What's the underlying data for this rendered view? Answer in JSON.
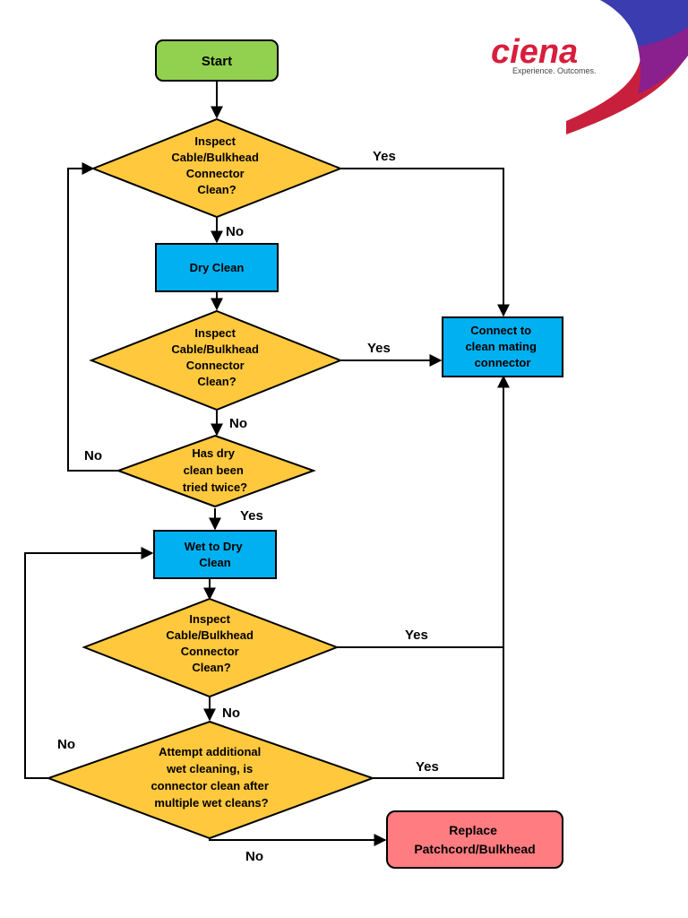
{
  "logo": {
    "brand": "ciena",
    "tagline": "Experience. Outcomes.",
    "brand_color": "#d81e3c",
    "swoosh_colors": [
      "#2b3aa8",
      "#7b1fa2",
      "#d81e3c"
    ]
  },
  "colors": {
    "terminal_start": "#92d050",
    "process": "#00b0f0",
    "decision": "#ffc83d",
    "terminal_end": "#ff7c80",
    "line": "#000000"
  },
  "nodes": {
    "start": {
      "lines": [
        "Start"
      ]
    },
    "decision1": {
      "lines": [
        "Inspect",
        "Cable/Bulkhead",
        "Connector",
        "Clean?"
      ]
    },
    "dry_clean": {
      "lines": [
        "Dry Clean"
      ]
    },
    "decision2": {
      "lines": [
        "Inspect",
        "Cable/Bulkhead",
        "Connector",
        "Clean?"
      ]
    },
    "connect": {
      "lines": [
        "Connect to",
        "clean mating",
        "connector"
      ]
    },
    "decision3": {
      "lines": [
        "Has dry",
        "clean been",
        "tried twice?"
      ]
    },
    "wet_dry": {
      "lines": [
        "Wet to Dry",
        "Clean"
      ]
    },
    "decision4": {
      "lines": [
        "Inspect",
        "Cable/Bulkhead",
        "Connector",
        "Clean?"
      ]
    },
    "decision5": {
      "lines": [
        "Attempt additional",
        "wet cleaning, is",
        "connector clean after",
        "multiple wet cleans?"
      ]
    },
    "replace": {
      "lines": [
        "Replace",
        "Patchcord/Bulkhead"
      ]
    }
  },
  "edge_labels": {
    "d1_yes": "Yes",
    "d1_no": "No",
    "d2_yes": "Yes",
    "d2_no": "No",
    "d3_no": "No",
    "d3_yes": "Yes",
    "d4_yes": "Yes",
    "d4_no": "No",
    "d5_no_loop": "No",
    "d5_yes": "Yes",
    "d5_no": "No"
  }
}
